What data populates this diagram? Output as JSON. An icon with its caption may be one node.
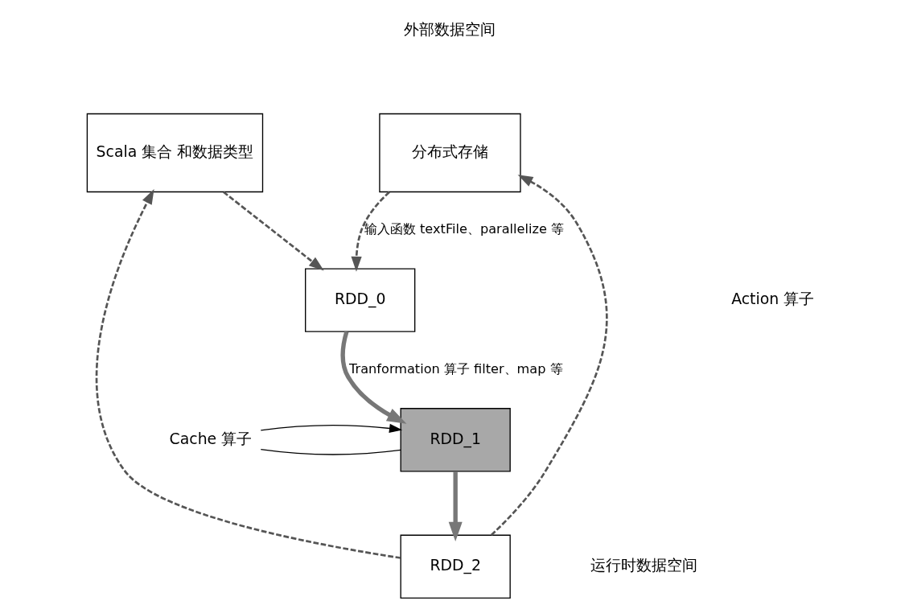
{
  "diagram": {
    "nodes": [
      {
        "text": [
          "分布式存储"
        ]
      },
      {
        "text": [
          "Scala 集合 和数据类型"
        ]
      },
      {
        "text": [
          "RDD_0"
        ]
      },
      {
        "text": [
          "RDD_1"
        ]
      },
      {
        "text": [
          "RDD_2"
        ]
      },
      {
        "text": [
          "Cache 算子"
        ]
      }
    ],
    "edges": [
      {
        "from": 0,
        "to": 2,
        "arrow": "to",
        "style": "dashed",
        "label": "输入函数 textFile、parallelize 等"
      },
      {
        "from": 1,
        "to": 2,
        "arrow": "to",
        "style": "dashed"
      },
      {
        "from": 2,
        "to": 3,
        "arrow": "to",
        "style": "thick",
        "label": "Tranformation 算子 filter、map 等"
      },
      {
        "from": 3,
        "to": 4,
        "arrow": "to",
        "style": "thick"
      },
      {
        "from": 4,
        "to": 0,
        "arrow": "to",
        "style": "dashed"
      },
      {
        "from": 4,
        "to": 1,
        "arrow": "to",
        "style": "dashed"
      },
      {
        "from": 5,
        "to": 3,
        "arrow": "none"
      },
      {
        "from": 5,
        "to": 3,
        "arrow": "to"
      }
    ],
    "labels": [
      "外部数据空间",
      "Action 算子",
      "运行时数据空间"
    ]
  }
}
